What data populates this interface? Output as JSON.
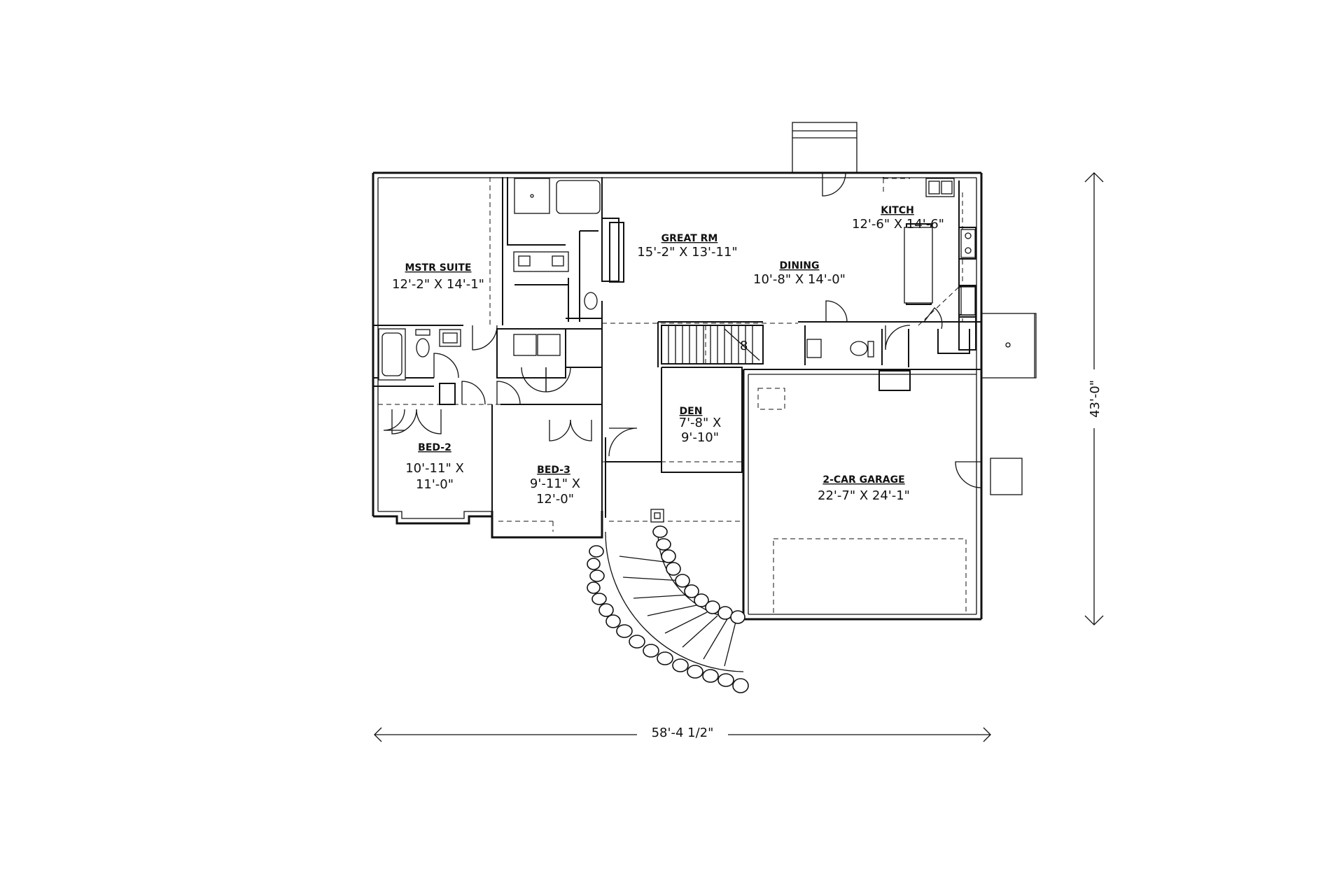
{
  "rooms": {
    "master_suite": {
      "name": "MSTR SUITE",
      "dims": "12'-2\" X 14'-1\""
    },
    "great_room": {
      "name": "GREAT RM",
      "dims": "15'-2\" X 13'-11\""
    },
    "dining": {
      "name": "DINING",
      "dims": "10'-8\" X 14'-0\""
    },
    "kitchen": {
      "name": "KITCH",
      "dims": "12'-6\" X 14'-6\""
    },
    "den": {
      "name": "DEN",
      "dims_line1": "7'-8\" X",
      "dims_line2": "9'-10\""
    },
    "bed2": {
      "name": "BED-2",
      "dims_line1": "10'-11\" X",
      "dims_line2": "11'-0\""
    },
    "bed3": {
      "name": "BED-3",
      "dims_line1": "9'-11\" X",
      "dims_line2": "12'-0\""
    },
    "garage": {
      "name": "2-CAR GARAGE",
      "dims": "22'-7\" X 24'-1\""
    }
  },
  "stair_label": "8",
  "dimensions": {
    "overall_width": "58'-4 1/2\"",
    "overall_depth": "43'-0\""
  }
}
